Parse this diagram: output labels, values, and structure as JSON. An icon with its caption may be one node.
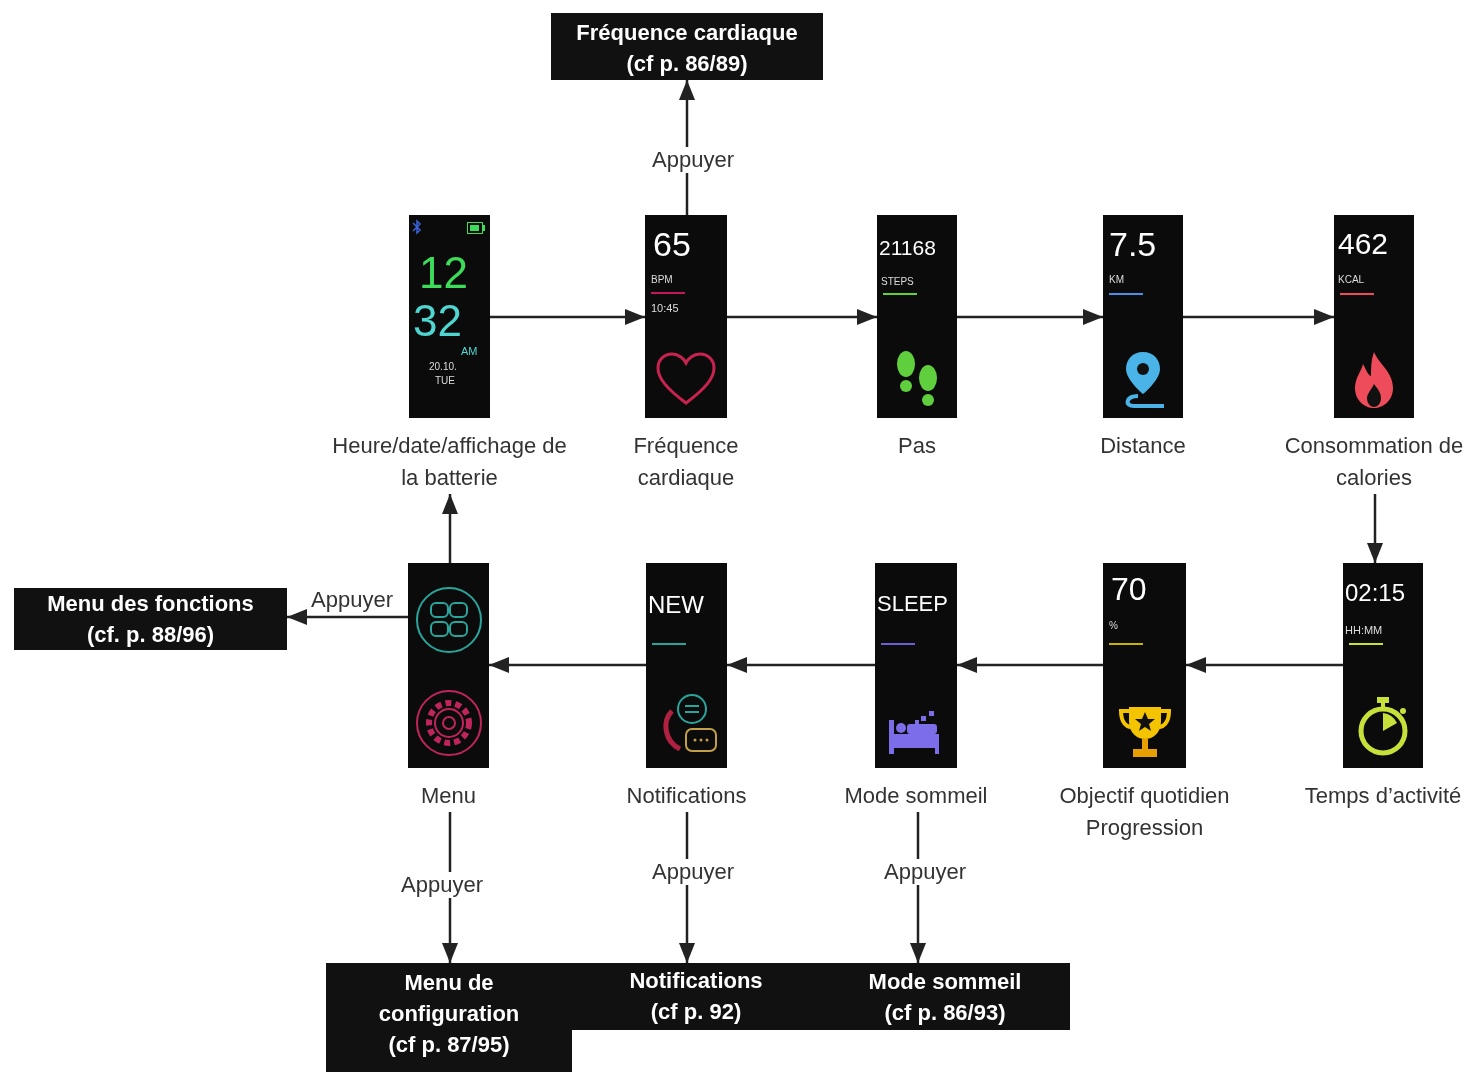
{
  "diagram": {
    "nodes": [
      {
        "text": [
          "Fréquence cardiaque",
          "(cf p. 86/89)"
        ]
      },
      {
        "text": [
          "12",
          "32",
          "AM",
          "20.10.",
          "TUE"
        ],
        "beside": [
          "Heure/date/affichage de la batterie"
        ]
      },
      {
        "text": [
          "65",
          "BPM",
          "10:45"
        ],
        "beside": [
          "Fréquence cardiaque"
        ]
      },
      {
        "text": [
          "21168",
          "STEPS"
        ],
        "beside": [
          "Pas"
        ]
      },
      {
        "text": [
          "7.5",
          "KM"
        ],
        "beside": [
          "Distance"
        ]
      },
      {
        "text": [
          "462",
          "KCAL"
        ],
        "beside": [
          "Consommation de calories"
        ]
      },
      {
        "text": [
          "Menu des fonctions",
          "(cf. p. 88/96)"
        ]
      },
      {
        "text": [],
        "shape": "box",
        "beside": [
          "Menu"
        ]
      },
      {
        "text": [
          "NEW"
        ],
        "beside": [
          "Notifications"
        ]
      },
      {
        "text": [
          "SLEEP"
        ],
        "beside": [
          "Mode sommeil"
        ]
      },
      {
        "text": [
          "70",
          "%"
        ],
        "beside": [
          "Objectif quotidien Progression"
        ]
      },
      {
        "text": [
          "02:15",
          "HH:MM"
        ],
        "beside": [
          "Temps d’activité"
        ]
      },
      {
        "text": [
          "Menu de configuration",
          "(cf p. 87/95)"
        ]
      },
      {
        "text": [
          "Notifications",
          "(cf p. 92)"
        ]
      },
      {
        "text": [
          "Mode sommeil",
          "(cf p. 86/93)"
        ]
      }
    ],
    "edges": [
      {
        "from": 1,
        "to": 2,
        "arrow": "to"
      },
      {
        "from": 2,
        "to": 3,
        "arrow": "to"
      },
      {
        "from": 3,
        "to": 4,
        "arrow": "to"
      },
      {
        "from": 4,
        "to": 5,
        "arrow": "to"
      },
      {
        "from": 5,
        "to": 11,
        "arrow": "to"
      },
      {
        "from": 11,
        "to": 10,
        "arrow": "to"
      },
      {
        "from": 10,
        "to": 9,
        "arrow": "to"
      },
      {
        "from": 9,
        "to": 8,
        "arrow": "to"
      },
      {
        "from": 8,
        "to": 7,
        "arrow": "to"
      },
      {
        "from": 7,
        "to": 1,
        "arrow": "to"
      },
      {
        "from": 2,
        "to": 0,
        "arrow": "to",
        "label": "Appuyer"
      },
      {
        "from": 7,
        "to": 6,
        "arrow": "to",
        "label": "Appuyer"
      },
      {
        "from": 7,
        "to": 12,
        "arrow": "to",
        "label": "Appuyer"
      },
      {
        "from": 8,
        "to": 13,
        "arrow": "to",
        "label": "Appuyer"
      },
      {
        "from": 9,
        "to": 14,
        "arrow": "to",
        "label": "Appuyer"
      }
    ]
  }
}
